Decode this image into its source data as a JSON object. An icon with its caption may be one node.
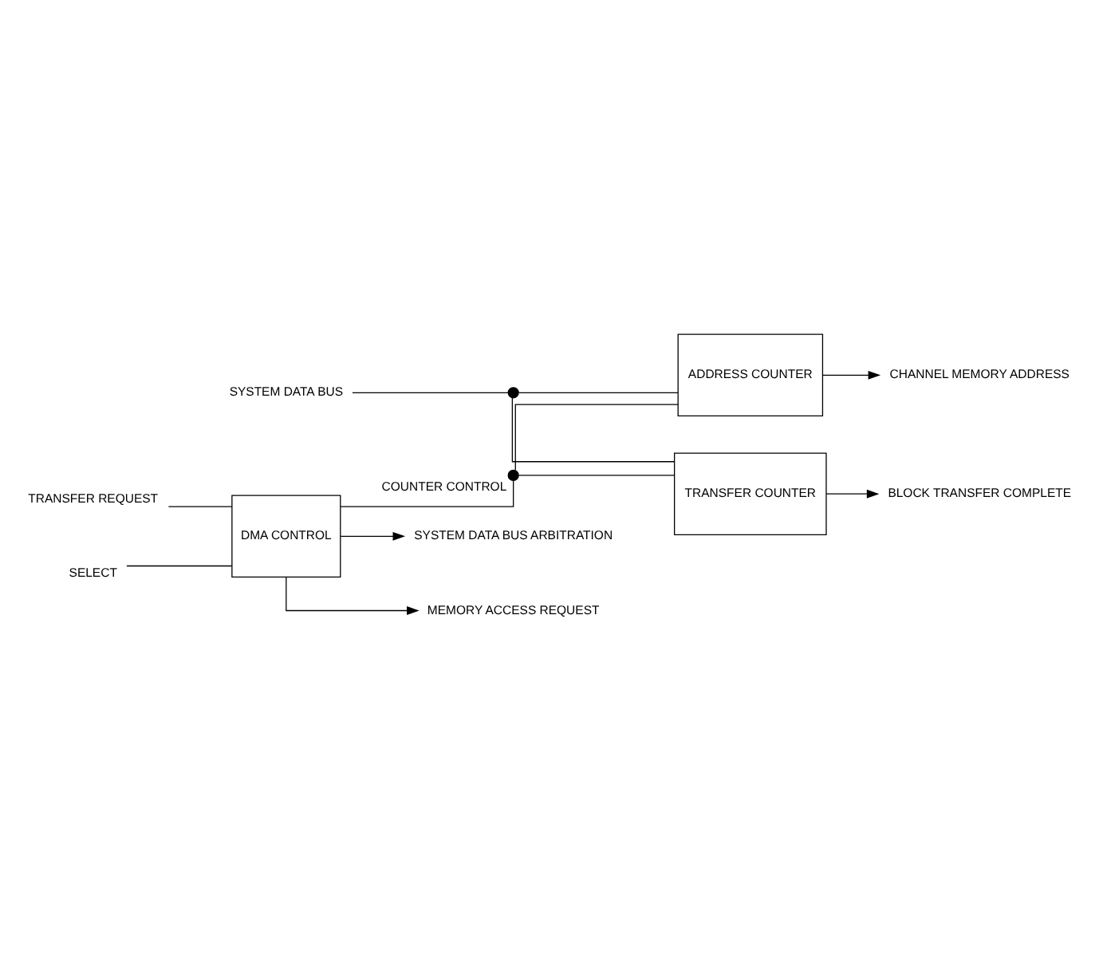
{
  "diagram": {
    "nodes": [
      {
        "text": [
          "SYSTEM DATA BUS"
        ]
      },
      {
        "text": [
          "TRANSFER REQUEST"
        ]
      },
      {
        "text": [
          "SELECT"
        ]
      },
      {
        "text": [],
        "shape": "circle"
      },
      {
        "text": [
          "DMA CONTROL"
        ]
      },
      {
        "text": [],
        "shape": "circle",
        "beside": [
          "COUNTER CONTROL"
        ]
      },
      {
        "text": [
          "ADDRESS COUNTER"
        ]
      },
      {
        "text": [
          "TRANSFER COUNTER"
        ]
      },
      {
        "text": [
          "CHANNEL MEMORY ADDRESS"
        ]
      },
      {
        "text": [
          "BLOCK TRANSFER COMPLETE"
        ]
      },
      {
        "text": [
          "SYSTEM DATA BUS ARBITRATION"
        ]
      },
      {
        "text": [
          "MEMORY ACCESS REQUEST"
        ]
      }
    ],
    "edges": [
      {
        "from": 0,
        "to": 3,
        "arrow": "none"
      },
      {
        "from": 3,
        "to": 6,
        "arrow": "none"
      },
      {
        "from": 3,
        "to": 7,
        "arrow": "none"
      },
      {
        "from": 1,
        "to": 4,
        "arrow": "none"
      },
      {
        "from": 2,
        "to": 4,
        "arrow": "none"
      },
      {
        "from": 4,
        "to": 5,
        "arrow": "none"
      },
      {
        "from": 5,
        "to": 6,
        "arrow": "none"
      },
      {
        "from": 5,
        "to": 7,
        "arrow": "none"
      },
      {
        "from": 6,
        "to": 8,
        "arrow": "to"
      },
      {
        "from": 7,
        "to": 9,
        "arrow": "to"
      },
      {
        "from": 4,
        "to": 10,
        "arrow": "to"
      },
      {
        "from": 4,
        "to": 11,
        "arrow": "to"
      }
    ]
  }
}
